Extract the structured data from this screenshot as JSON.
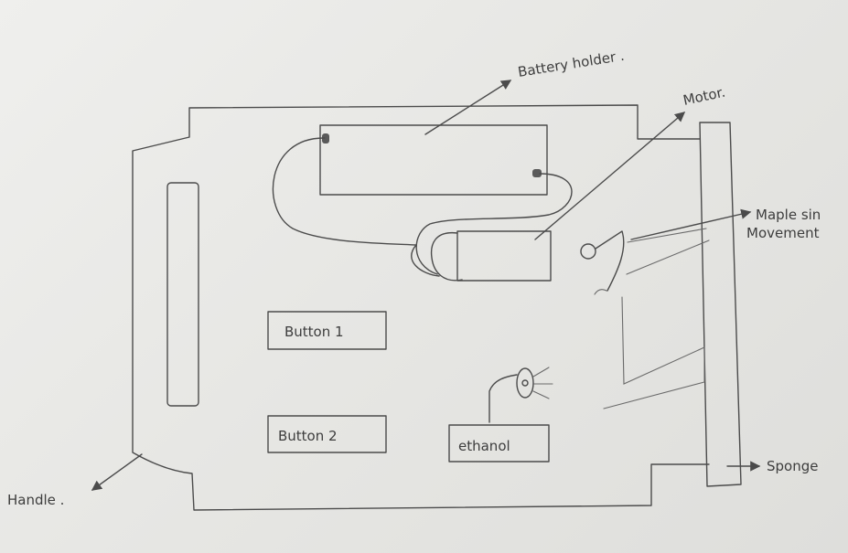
{
  "labels": {
    "battery_holder": "Battery holder .",
    "motor": "Motor.",
    "maple_line1": "Maple sin",
    "maple_line2": "Movement",
    "sponge": "Sponge",
    "handle": "Handle .",
    "button1": "Button 1",
    "button2": "Button 2",
    "ethanol": "ethanol"
  }
}
